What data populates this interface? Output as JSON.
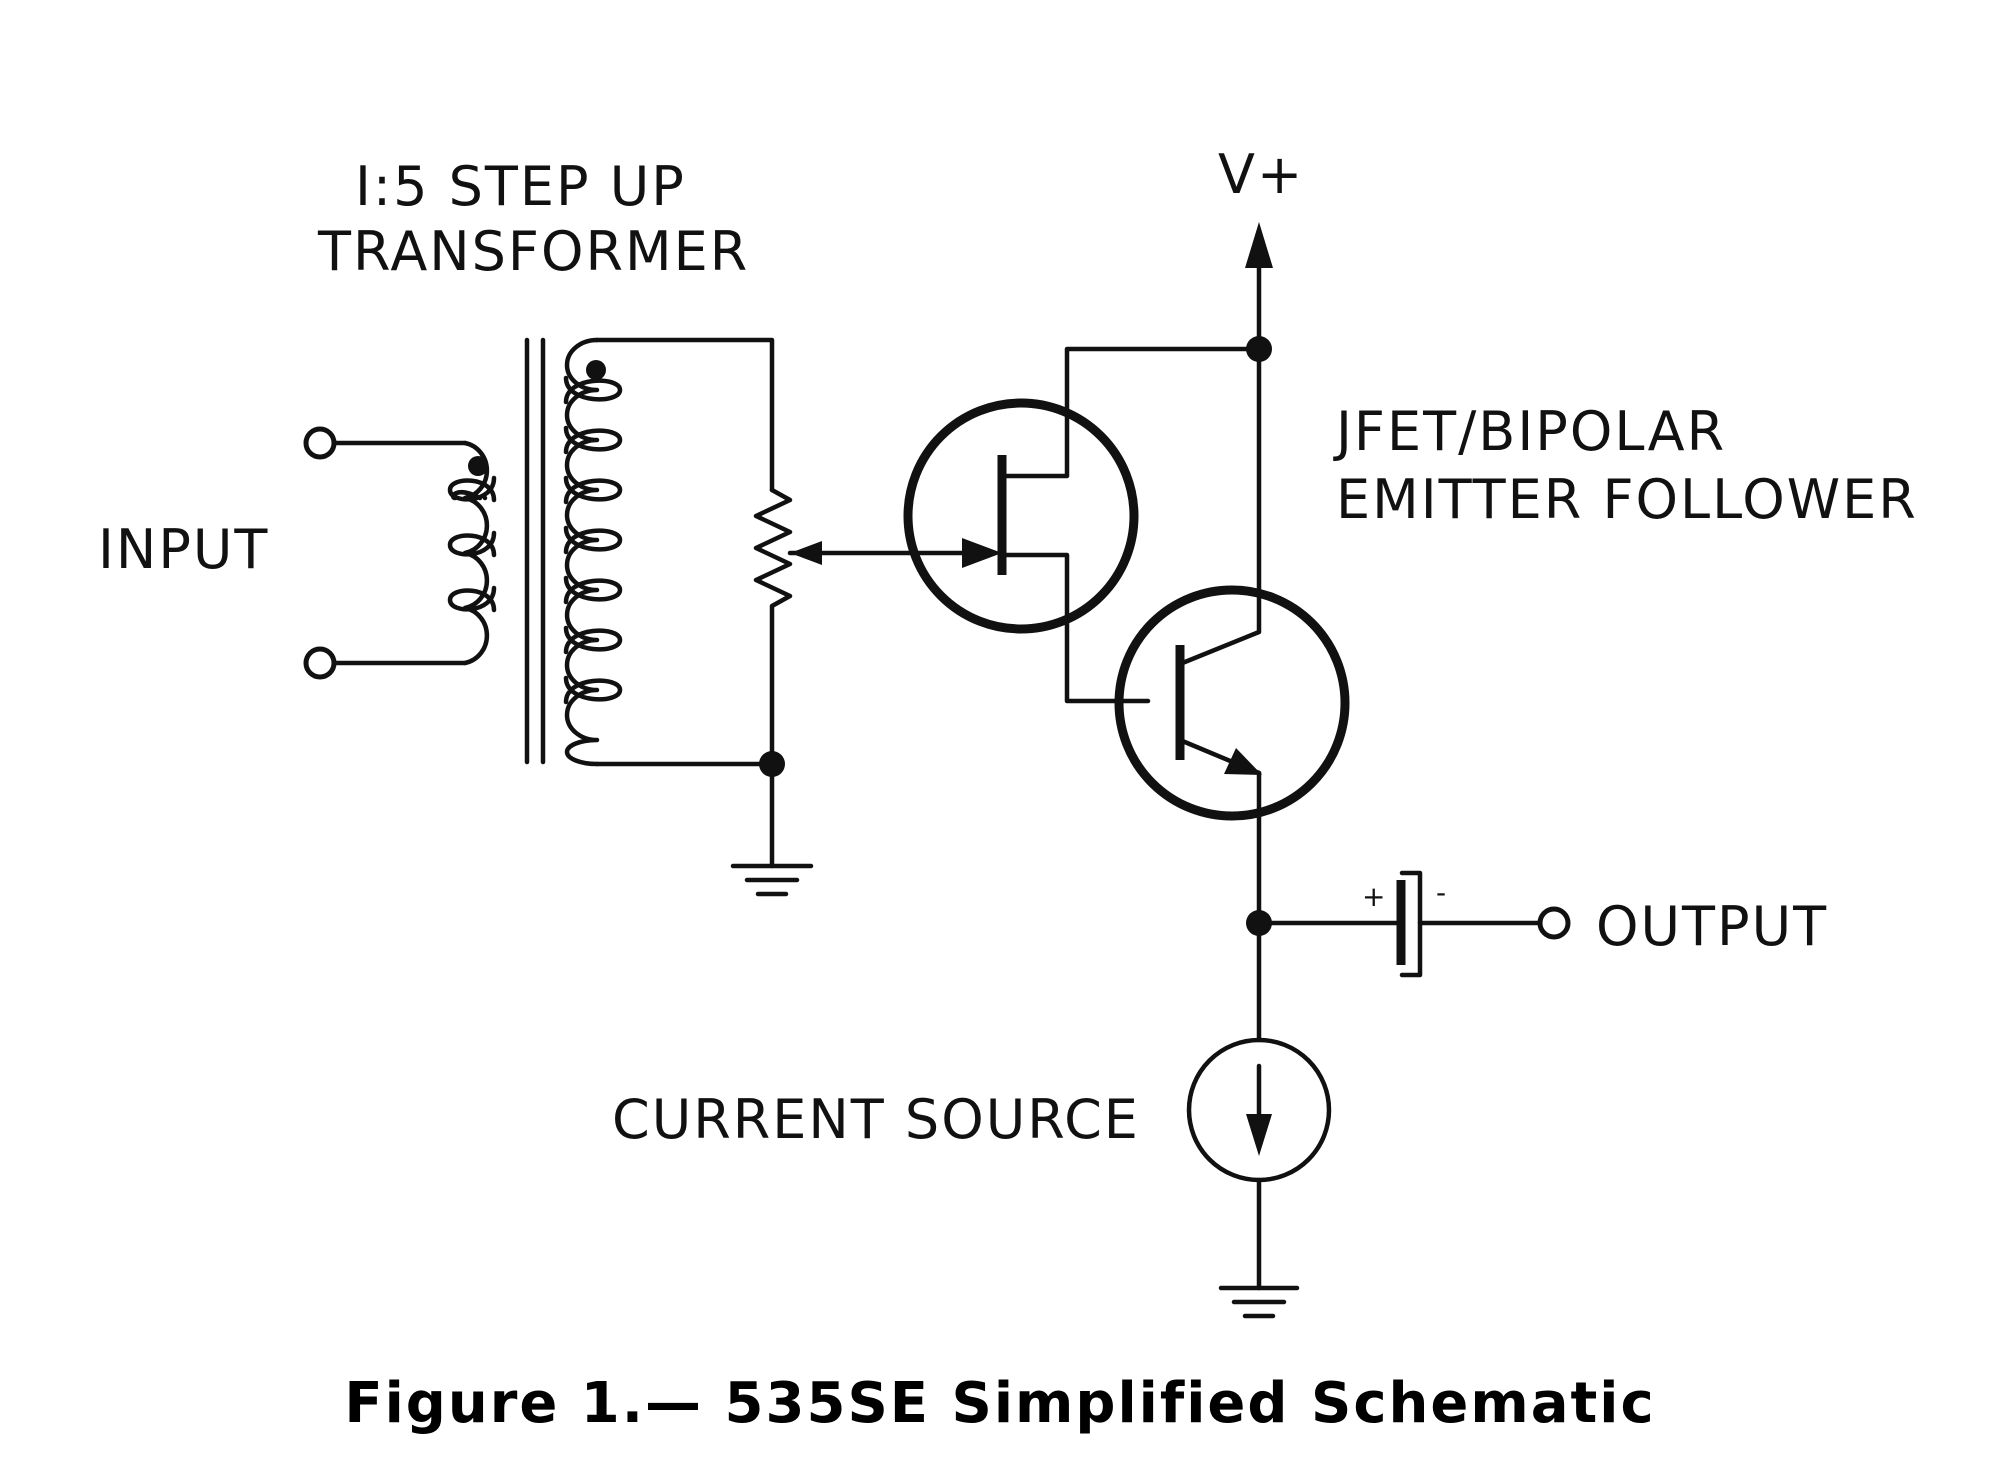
{
  "labels": {
    "transformer_line1": "I:5 STEP UP",
    "transformer_line2": "TRANSFORMER",
    "input": "INPUT",
    "vplus": "V+",
    "follower_line1": "JFET/BIPOLAR",
    "follower_line2": "EMITTER FOLLOWER",
    "output": "OUTPUT",
    "current_source": "CURRENT SOURCE",
    "cap_plus": "+",
    "cap_minus": "-"
  },
  "caption": "Figure 1.— 535SE Simplified Schematic",
  "colors": {
    "ink": "#111111",
    "background": "#ffffff"
  }
}
